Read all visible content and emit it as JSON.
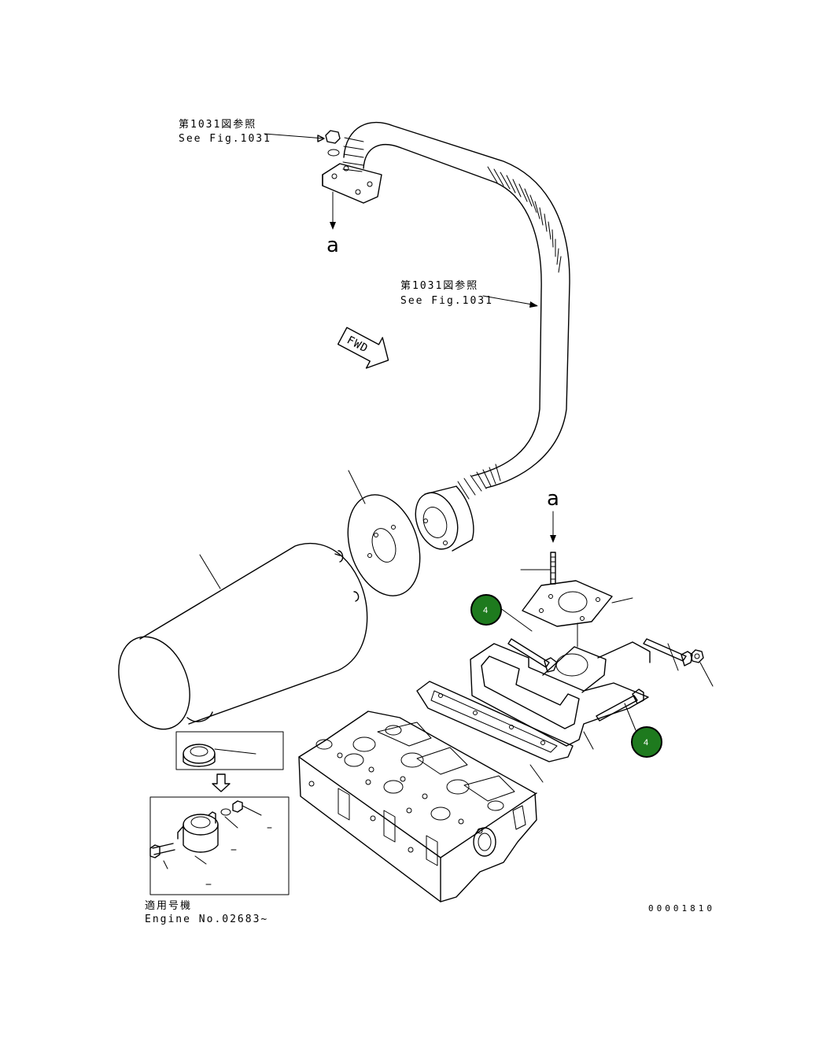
{
  "references": {
    "top_jp": "第1031図参照",
    "top_en": "See Fig.1031",
    "mid_jp": "第1031図参照",
    "mid_en": "See Fig.1031"
  },
  "marks": {
    "a_upper": "a",
    "a_lower": "a",
    "fwd": "FWD"
  },
  "callouts": [
    {
      "label": "4",
      "color": "#1e7a1e"
    },
    {
      "label": "4",
      "color": "#1e7a1e"
    }
  ],
  "footer": {
    "applicable_jp": "適用号機",
    "engine_no": "Engine No.02683~",
    "drawing_no": "00001810"
  }
}
